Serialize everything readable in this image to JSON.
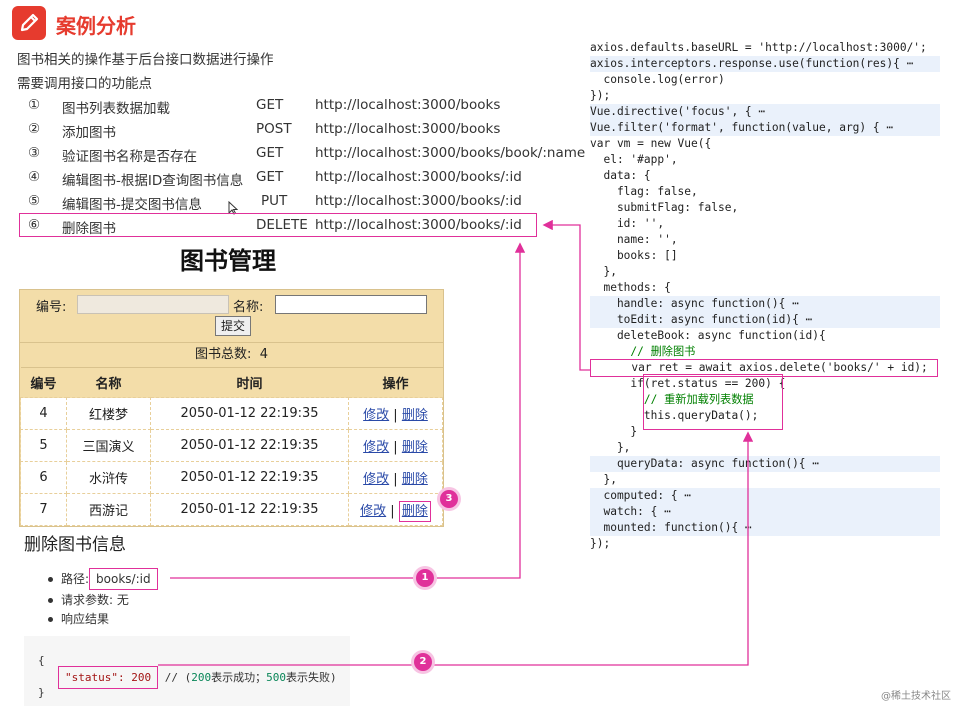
{
  "header": {
    "title": "案例分析"
  },
  "intro": [
    "图书相关的操作基于后台接口数据进行操作",
    "需要调用接口的功能点"
  ],
  "apis": [
    {
      "num": "①",
      "name": "图书列表数据加载",
      "method": "GET",
      "url": "http://localhost:3000/books"
    },
    {
      "num": "②",
      "name": "添加图书",
      "method": "POST",
      "url": "http://localhost:3000/books"
    },
    {
      "num": "③",
      "name": "验证图书名称是否存在",
      "method": "GET",
      "url": "http://localhost:3000/books/book/:name"
    },
    {
      "num": "④",
      "name": "编辑图书-根据ID查询图书信息",
      "method": "GET",
      "url": "http://localhost:3000/books/:id"
    },
    {
      "num": "⑤",
      "name": "编辑图书-提交图书信息",
      "method": "PUT",
      "url": "http://localhost:3000/books/:id"
    },
    {
      "num": "⑥",
      "name": "删除图书",
      "method": "DELETE",
      "url": "http://localhost:3000/books/:id"
    }
  ],
  "book_manager": {
    "title": "图书管理",
    "id_label": "编号:",
    "name_label": "名称:",
    "submit_label": "提交",
    "total_label": "图书总数:",
    "total_value": "4",
    "columns": [
      "编号",
      "名称",
      "时间",
      "操作"
    ],
    "rows": [
      {
        "id": "4",
        "name": "红楼梦",
        "time": "2050-01-12 22:19:35"
      },
      {
        "id": "5",
        "name": "三国演义",
        "time": "2050-01-12 22:19:35"
      },
      {
        "id": "6",
        "name": "水浒传",
        "time": "2050-01-12 22:19:35"
      },
      {
        "id": "7",
        "name": "西游记",
        "time": "2050-01-12 22:19:35"
      }
    ],
    "edit_label": "修改",
    "sep": "|",
    "delete_label": "删除"
  },
  "delete_info": {
    "heading": "删除图书信息",
    "path_label": "路径:",
    "path_value": "books/:id",
    "params": "请求参数: 无",
    "result": "响应结果",
    "code_open": "{",
    "code_status": "\"status\": 200",
    "code_comment_a": "// (",
    "code_comment_200": "200",
    "code_comment_b": "表示成功；",
    "code_comment_500": "500",
    "code_comment_c": "表示失败)",
    "code_close": "}"
  },
  "badges": [
    "1",
    "2",
    "3"
  ],
  "code_lines": [
    "axios.defaults.baseURL = 'http://localhost:3000/';",
    "axios.interceptors.response.use(function(res){ ⋯",
    "  console.log(error)",
    "});",
    "Vue.directive('focus', { ⋯",
    "Vue.filter('format', function(value, arg) { ⋯",
    "var vm = new Vue({",
    "  el: '#app',",
    "  data: {",
    "    flag: false,",
    "    submitFlag: false,",
    "    id: '',",
    "    name: '',",
    "    books: []",
    "  },",
    "  methods: {",
    "    handle: async function(){ ⋯",
    "    toEdit: async function(id){ ⋯",
    "    deleteBook: async function(id){",
    "      // 删除图书",
    "      var ret = await axios.delete('books/' + id);",
    "      if(ret.status == 200) {",
    "        // 重新加载列表数据",
    "        this.queryData();",
    "      }",
    "    },",
    "    queryData: async function(){ ⋯",
    "  },",
    "  computed: { ⋯",
    "  watch: { ⋯",
    "  mounted: function(){ ⋯",
    "});"
  ],
  "watermark": "@稀土技术社区",
  "colors": {
    "brand": "#e63b2e",
    "annotation": "#e0309a",
    "panel": "#f3dda9",
    "link": "#2a4aa8"
  }
}
